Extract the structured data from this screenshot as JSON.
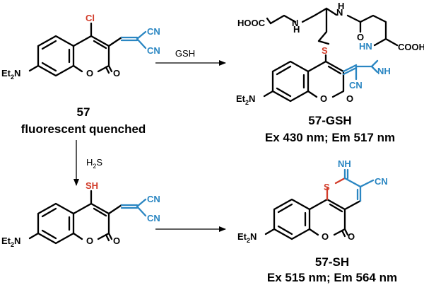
{
  "colors": {
    "black": "#000000",
    "accent_blue": "#2a86c2",
    "accent_red": "#d23c2a"
  },
  "atoms": {
    "cl": "Cl",
    "cn": "CN",
    "o": "O",
    "et2n_prefix": "Et",
    "et2n_sub": "2",
    "et2n_suffix": "N",
    "sh": "SH",
    "s": "S",
    "nh": "NH",
    "hn": "HN",
    "n_h_top": "N",
    "h": "H",
    "hooc": "HOOC",
    "cooh": "COOH",
    "n": "N"
  },
  "reagents": {
    "gsh": "GSH",
    "h2s_prefix": "H",
    "h2s_sub": "2",
    "h2s_suffix": "S"
  },
  "captions": {
    "compound_57": "57",
    "compound_57_note": "fluorescent quenched",
    "compound_57gsh": "57-GSH",
    "compound_57gsh_spectra": "Ex 430 nm; Em 517 nm",
    "compound_57sh": "57-SH",
    "compound_57sh_spectra": "Ex 515 nm; Em 564 nm"
  }
}
